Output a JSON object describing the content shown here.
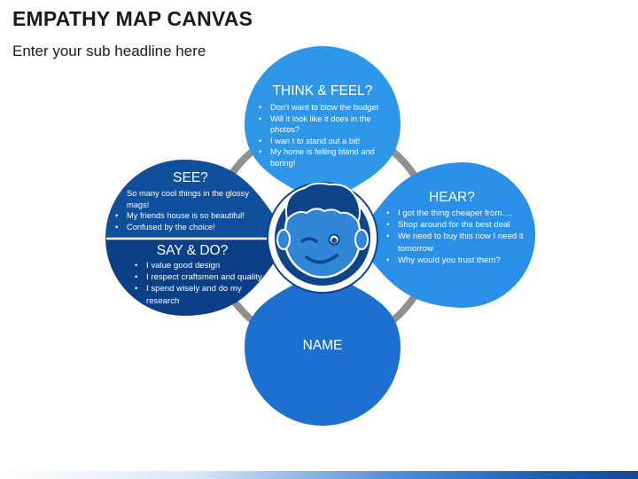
{
  "header": {
    "title": "EMPATHY MAP CANVAS",
    "subtitle": "Enter your sub headline here"
  },
  "colors": {
    "ring": "#8f8f8f",
    "think": "#2f97e8",
    "hear": "#2a8fe6",
    "see": "#0f4f9c",
    "say_do": "#0b3f86",
    "name": "#1d70cf",
    "avatar_dark": "#0d4588",
    "avatar_blue": "#2f86d6"
  },
  "avatar": {
    "icon": "winking-face-icon"
  },
  "panels": {
    "think_feel": {
      "title": "THINK & FEEL?",
      "items": [
        "Don't want to blow the budget",
        "Will it look like it does in the photos?",
        "I wan t to stand out a bit!",
        "My home is felling bland and boring!"
      ]
    },
    "see": {
      "title": "SEE?",
      "items": [
        "So many cool things in the glossy mags!",
        "My friends house is so beautiful!",
        "Confused by the choice!"
      ]
    },
    "say_do": {
      "title": "SAY & DO?",
      "items": [
        "I value good design",
        "I respect craftsmen and quality",
        "I spend wisely and do my research"
      ]
    },
    "hear": {
      "title": "HEAR?",
      "items": [
        "I got the thing cheaper from….",
        "Shop around for the best deal",
        "We need to buy this now I need it tomorrow",
        "Why would you trust them?"
      ]
    },
    "name": {
      "title": "NAME"
    }
  }
}
